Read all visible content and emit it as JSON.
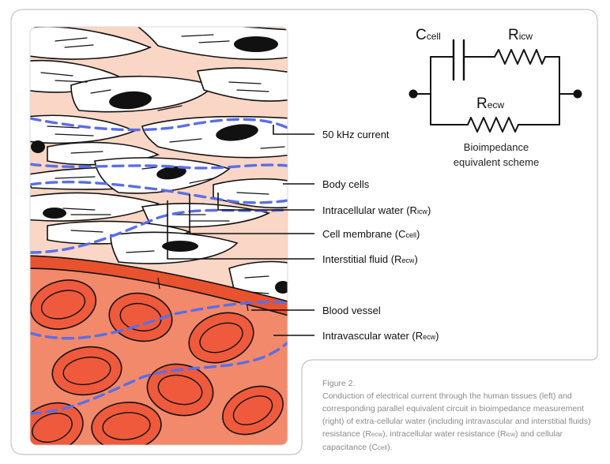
{
  "circuit": {
    "c_cell": {
      "main": "C",
      "sub": "cell"
    },
    "r_icw": {
      "main": "R",
      "sub": "icw"
    },
    "r_ecw": {
      "main": "R",
      "sub": "ecw"
    },
    "title_line1": "Bioimpedance",
    "title_line2": "equivalent scheme"
  },
  "labels": {
    "current": "50 kHz current",
    "body_cells": "Body cells",
    "icw": {
      "text": "Intracellular water (R",
      "sub": "icw",
      "close": ")"
    },
    "membrane": {
      "text": "Cell membrane (C",
      "sub": "cell",
      "close": ")"
    },
    "interstitial": {
      "text": "Interstitial fluid (R",
      "sub": "ecw",
      "close": ")"
    },
    "blood_vessel": "Blood vessel",
    "intravascular": {
      "text": "Intravascular water (R",
      "sub": "ecw",
      "close": ")"
    }
  },
  "caption": {
    "figure": "Figure 2.",
    "t1": "Conduction of electrical current through the human tissues (left) and corresponding parallel equivalent circuit in bioimpedance measurement (right) of extra-cellular water (including intravascular and interstitial fluids) resistance (R",
    "s1": "ecw",
    "t2": "), intracellular water resistance (R",
    "s2": "icw",
    "t3": ") and cellular capacitance (C",
    "s3": "cell",
    "t4": ")."
  },
  "colors": {
    "tissue_bg": "#f9d6c6",
    "cell_fill": "#ffffff",
    "blood_bg": "#f2896b",
    "vessel_wall": "#e9522e",
    "rbc": "#ef5a3c",
    "current": "#5b6ee8",
    "outline": "#111111"
  }
}
